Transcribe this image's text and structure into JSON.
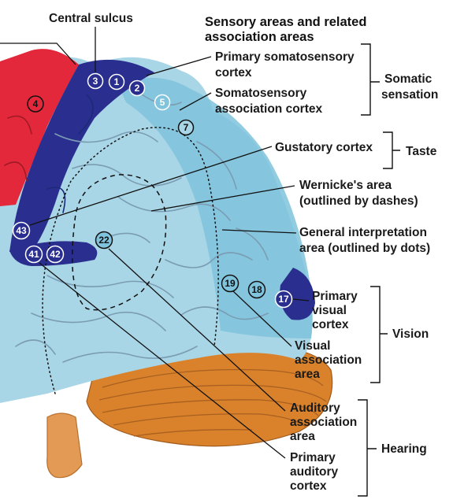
{
  "header": {
    "line1": "Sensory areas and related",
    "line2": "association areas"
  },
  "central_sulcus": "Central sulcus",
  "labels": {
    "primary_somatosensory": [
      "Primary somatosensory",
      "cortex"
    ],
    "somatosensory_association": [
      "Somatosensory",
      "association cortex"
    ],
    "gustatory": [
      "Gustatory cortex"
    ],
    "wernicke": [
      "Wernicke's area",
      "(outlined by dashes)"
    ],
    "general_interpretation": [
      "General interpretation",
      "area (outlined by dots)"
    ],
    "primary_visual": [
      "Primary",
      "visual",
      "cortex"
    ],
    "visual_association": [
      "Visual",
      "association",
      "area"
    ],
    "auditory_association": [
      "Auditory",
      "association",
      "area"
    ],
    "primary_auditory": [
      "Primary",
      "auditory",
      "cortex"
    ]
  },
  "groups": {
    "somatic": [
      "Somatic",
      "sensation"
    ],
    "taste": "Taste",
    "vision": "Vision",
    "hearing": "Hearing"
  },
  "brodmann_areas": {
    "a4": "4",
    "a3": "3",
    "a1": "1",
    "a2": "2",
    "a5": "5",
    "a7": "7",
    "a43": "43",
    "a22": "22",
    "a41": "41",
    "a42": "42",
    "a19": "19",
    "a18": "18",
    "a17": "17"
  },
  "colors": {
    "motor_red": "#e2283a",
    "somatosensory_blue": "#2a2f8f",
    "association_light": "#a9d6e6",
    "association_mid": "#7fc3dc",
    "cerebellum": "#d9822b",
    "brainstem": "#e39a55"
  }
}
